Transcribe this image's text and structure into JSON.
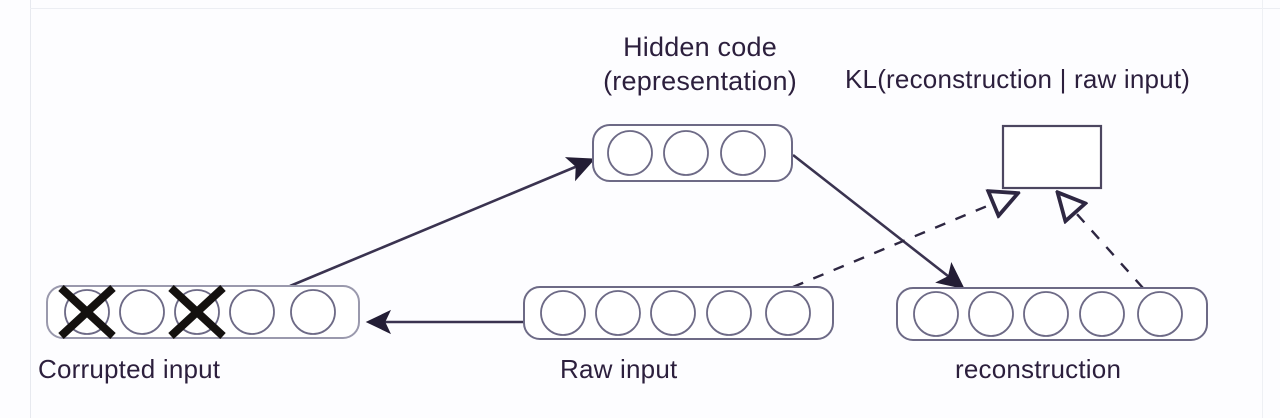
{
  "diagram": {
    "type": "denoising-autoencoder-schematic",
    "stroke_color": "#3a3350",
    "node_outline_color": "#6d6a86",
    "group_outline_color": "#9a99ad",
    "text_color": "#2c1f3d",
    "background_color": "#fdfdff",
    "labels": {
      "hidden_code_line1": "Hidden code",
      "hidden_code_line2": "(representation)",
      "kl": "KL(reconstruction | raw input)",
      "corrupted_input": "Corrupted input",
      "raw_input": "Raw input",
      "reconstruction": "reconstruction"
    },
    "groups": [
      {
        "id": "corrupted-input",
        "label": "Corrupted input",
        "node_count": 5,
        "corrupted_indices": [
          0,
          2
        ],
        "corruption_marker": "x-cross"
      },
      {
        "id": "hidden-code",
        "label": "Hidden code (representation)",
        "node_count": 3,
        "corrupted_indices": [],
        "corruption_marker": ""
      },
      {
        "id": "raw-input",
        "label": "Raw input",
        "node_count": 5,
        "corrupted_indices": [],
        "corruption_marker": ""
      },
      {
        "id": "reconstruction",
        "label": "reconstruction",
        "node_count": 5,
        "corrupted_indices": [],
        "corruption_marker": ""
      },
      {
        "id": "kl-box",
        "label": "KL(reconstruction | raw input)",
        "node_count": 0,
        "shape": "empty-rectangle"
      }
    ],
    "edges": [
      {
        "id": "raw-to-corrupted",
        "from": "raw-input",
        "to": "corrupted-input",
        "style": "solid",
        "head": "filled"
      },
      {
        "id": "corrupted-to-hidden",
        "from": "corrupted-input",
        "to": "hidden-code",
        "style": "solid",
        "head": "filled"
      },
      {
        "id": "hidden-to-reconstruction",
        "from": "hidden-code",
        "to": "reconstruction",
        "style": "solid",
        "head": "filled"
      },
      {
        "id": "raw-to-kl",
        "from": "raw-input",
        "to": "kl-box",
        "style": "dashed",
        "head": "hollow"
      },
      {
        "id": "reconstruction-to-kl",
        "from": "reconstruction",
        "to": "kl-box",
        "style": "dashed",
        "head": "hollow"
      }
    ]
  }
}
